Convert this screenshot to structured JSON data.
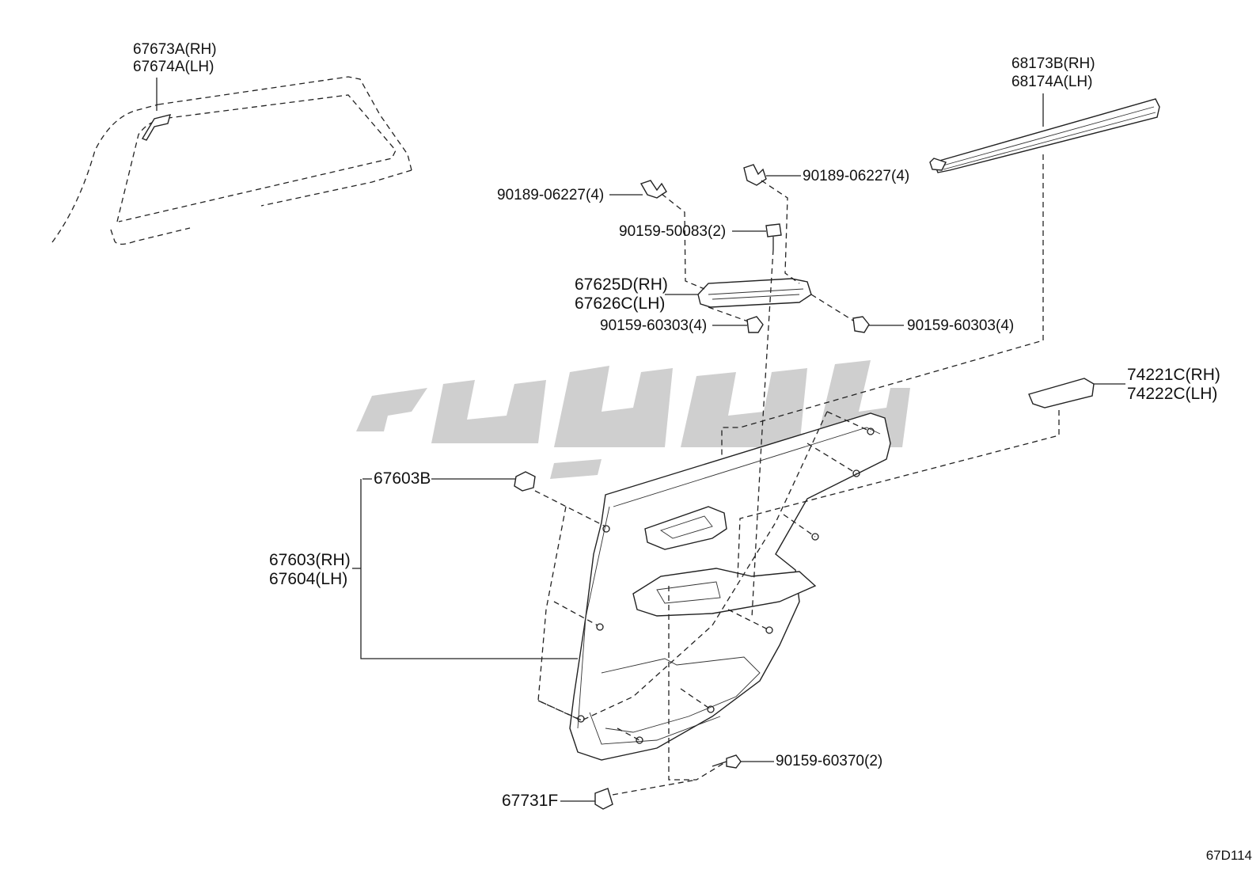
{
  "labels": {
    "p67673A": "67673A(RH)",
    "p67674A": "67674A(LH)",
    "p68173B": "68173B(RH)",
    "p68174A": "68174A(LH)",
    "clip_left": "90189-06227(4)",
    "clip_right": "90189-06227(4)",
    "bolt_50083": "90159-50083(2)",
    "p67625D": "67625D(RH)",
    "p67626C": "67626C(LH)",
    "bolt_60303_left": "90159-60303(4)",
    "bolt_60303_right": "90159-60303(4)",
    "p74221C": "74221C(RH)",
    "p74222C": "74222C(LH)",
    "p67603B": "67603B",
    "p67603": "67603(RH)",
    "p67604": "67604(LH)",
    "bolt_60370": "90159-60370(2)",
    "p67731F": "67731F"
  },
  "figure_ref": "67D114",
  "watermark_color": "#cfcfcf"
}
